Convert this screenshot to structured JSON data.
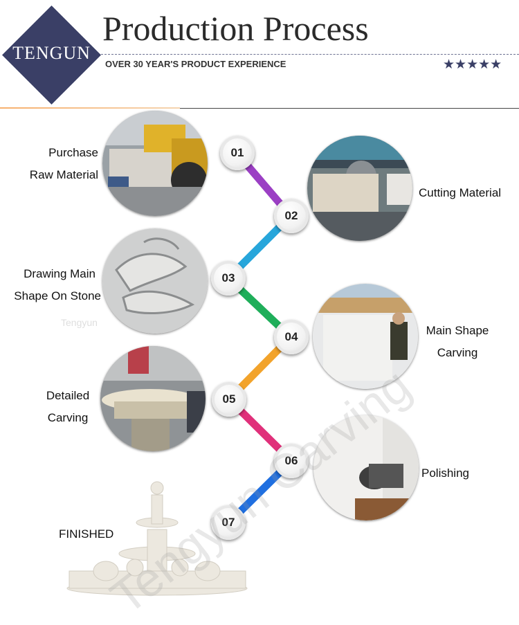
{
  "header": {
    "logo_text": "TENGUN",
    "title": "Production Process",
    "subtitle": "OVER 30 YEAR'S PRODUCT EXPERIENCE",
    "stars": "★★★★★"
  },
  "colors": {
    "brand_navy": "#3a3f66",
    "accent_orange": "#f7b06d",
    "connectors": [
      "#9b3fc4",
      "#27a6db",
      "#1fae5a",
      "#f2a32b",
      "#e0307a",
      "#1f6fe0"
    ]
  },
  "steps": [
    {
      "number": "01",
      "label_line1": "Purchase",
      "label_line2": "Raw Material",
      "photo": "stone-quarry-loader-photo"
    },
    {
      "number": "02",
      "label_line1": "Cutting Material",
      "label_line2": "",
      "photo": "stone-cutting-saw-photo"
    },
    {
      "number": "03",
      "label_line1": "Drawing Main",
      "label_line2": "Shape On Stone",
      "photo": "leaf-drawing-on-stone-photo"
    },
    {
      "number": "04",
      "label_line1": "Main Shape",
      "label_line2": "Carving",
      "photo": "worker-carving-block-photo"
    },
    {
      "number": "05",
      "label_line1": "Detailed",
      "label_line2": "Carving",
      "photo": "fountain-basin-carving-photo"
    },
    {
      "number": "06",
      "label_line1": "Polishing",
      "label_line2": "",
      "photo": "grinder-polishing-photo"
    },
    {
      "number": "07",
      "label_line1": "FINISHED",
      "label_line2": "",
      "photo": "finished-fountain-photo"
    }
  ],
  "watermark": "Tengyun Carving",
  "watermark_small": "Tengyun"
}
